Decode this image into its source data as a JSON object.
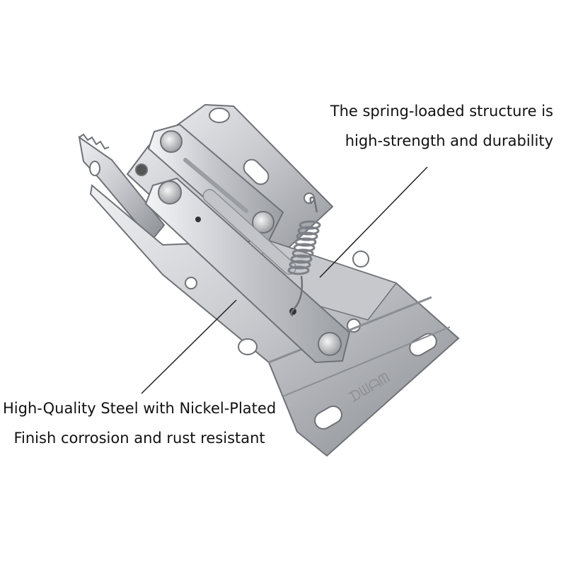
{
  "callouts": {
    "top": {
      "line1": "The spring-loaded structure is",
      "line2": "high-strength and durability"
    },
    "bottom": {
      "line1": "High-Quality Steel with Nickel-Plated",
      "line2": "Finish corrosion and rust resistant"
    }
  },
  "product": {
    "name": "spring-loaded-hinge-icon",
    "stamp": "ᗪᗯᗩᗰ"
  },
  "colors": {
    "background": "#ffffff",
    "text": "#111111",
    "steel_light": "#dcdde0",
    "steel_mid": "#b8babf",
    "steel_dark": "#7d8086",
    "leader": "#222222"
  }
}
